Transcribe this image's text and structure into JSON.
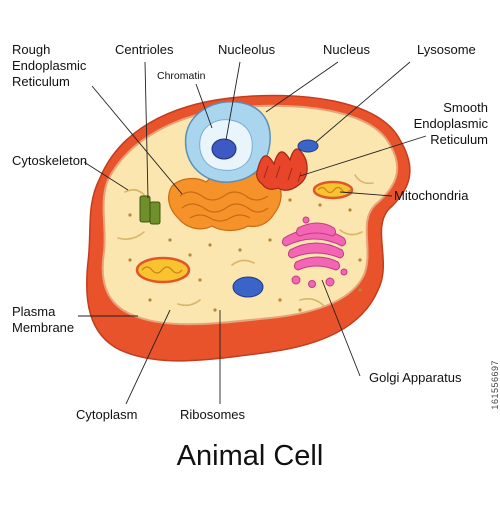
{
  "title": "Animal Cell",
  "watermark": "161556697",
  "labels": {
    "rough_er": "Rough\nEndoplasmic\nReticulum",
    "centrioles": "Centrioles",
    "nucleolus": "Nucleolus",
    "nucleus": "Nucleus",
    "lysosome": "Lysosome",
    "chromatin": "Chromatin",
    "smooth_er": "Smooth\nEndoplasmic\nReticulum",
    "cytoskeleton": "Cytoskeleton",
    "mitochondria": "Mitochondria",
    "plasma_membrane": "Plasma\nMembrane",
    "golgi": "Golgi Apparatus",
    "cytoplasm": "Cytoplasm",
    "ribosomes": "Ribosomes"
  },
  "colors": {
    "membrane": "#e8532b",
    "cytoplasm": "#fbe6b0",
    "nucleus": "#a9d5ef",
    "nucleolus": "#3d59c4",
    "rough_er": "#f5922a",
    "smooth_er": "#e8452a",
    "mitochondria": "#f8c32e",
    "golgi": "#f266b4",
    "lysosome": "#3a64c8"
  }
}
